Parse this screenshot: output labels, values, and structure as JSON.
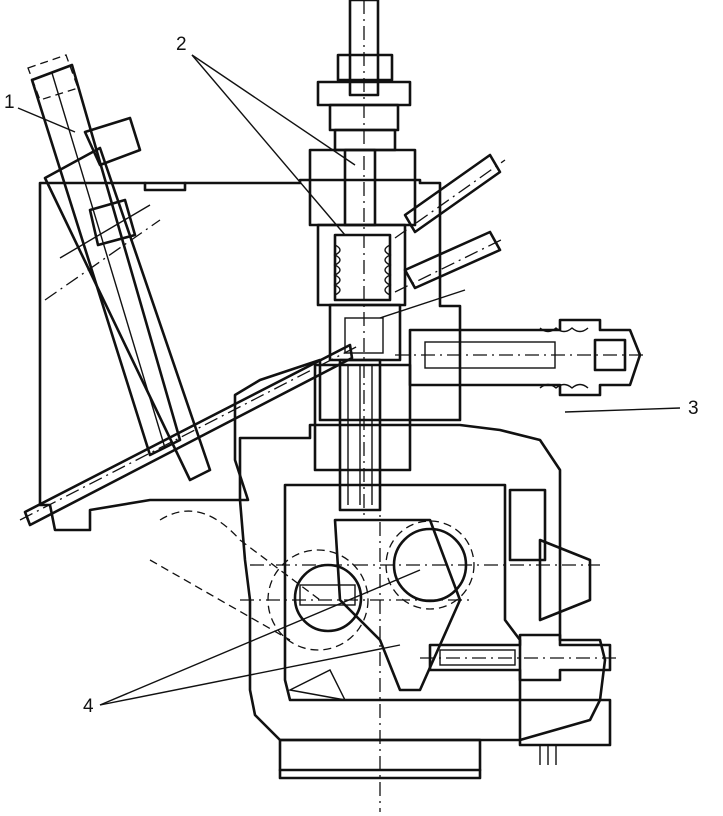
{
  "labels": {
    "part_1": "1",
    "part_2": "2",
    "part_3": "3",
    "part_4": "4"
  },
  "colors": {
    "ink": "#111111",
    "paper": "#ffffff"
  }
}
